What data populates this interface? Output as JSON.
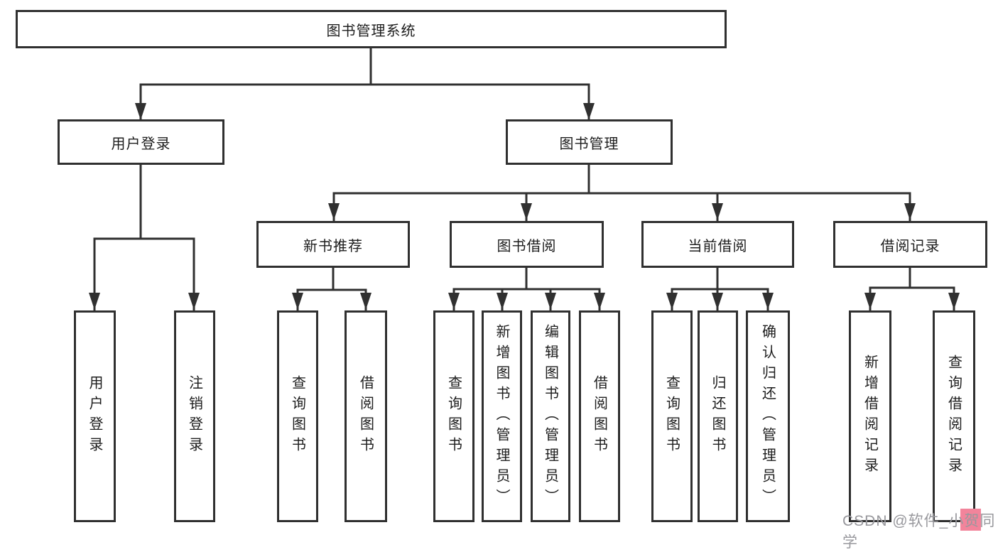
{
  "diagram": {
    "title": "图书管理系统",
    "root": {
      "label": "图书管理系统"
    },
    "level1": [
      {
        "label": "用户登录"
      },
      {
        "label": "图书管理"
      }
    ],
    "level2": [
      {
        "label": "新书推荐"
      },
      {
        "label": "图书借阅"
      },
      {
        "label": "当前借阅"
      },
      {
        "label": "借阅记录"
      }
    ],
    "leaves": [
      {
        "label": "用户登录"
      },
      {
        "label": "注销登录"
      },
      {
        "label": "查询图书"
      },
      {
        "label": "借阅图书"
      },
      {
        "label": "查询图书"
      },
      {
        "label": "新增图书（管理员）"
      },
      {
        "label": "编辑图书（管理员）"
      },
      {
        "label": "借阅图书"
      },
      {
        "label": "查询图书"
      },
      {
        "label": "归还图书"
      },
      {
        "label": "确认归还（管理员）"
      },
      {
        "label": "新增借阅记录"
      },
      {
        "label": "查询借阅记录"
      }
    ]
  },
  "watermark": {
    "text": "CSDN @软件_小贺同学"
  },
  "colors": {
    "line": "#303030",
    "text": "#1d1d1d",
    "node_bg": "#ffffff",
    "watermark_text": "#98989d",
    "watermark_highlight": "#f2849b"
  }
}
